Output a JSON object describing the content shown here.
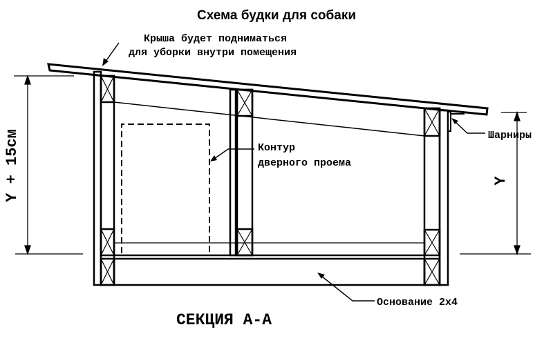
{
  "title": "Схема будки для собаки",
  "labels": {
    "roof_line1": "Крыша будет подниматься",
    "roof_line2": "для уборки внутри помещения",
    "door_line1": "Контур",
    "door_line2": "дверного проема",
    "hinges": "Шарниры",
    "base": "Основание 2x4",
    "section": "СЕКЦИЯ А-А",
    "dim_left": "Y + 15см",
    "dim_right": "Y"
  }
}
